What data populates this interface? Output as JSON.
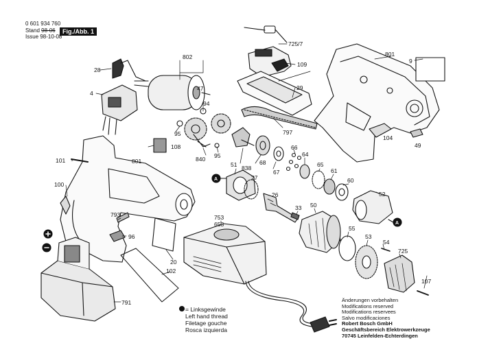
{
  "header": {
    "part_number": "0 601 934 760",
    "stand_label": "Stand",
    "stand_value": "98-06",
    "issue_label": "Issue",
    "issue_value": "98-10-08",
    "figure_label": "Fig./Abb. 1"
  },
  "labels": {
    "p725_7": "725/7",
    "p109": "109",
    "p29": "29",
    "p797": "797",
    "p801a": "801",
    "p801b": "801",
    "p9": "9",
    "p104": "104",
    "p49": "49",
    "p802": "802",
    "p47": "47",
    "p28": "28",
    "p4": "4",
    "p94": "94",
    "p95a": "95",
    "p95b": "95",
    "p108": "108",
    "p840": "840",
    "p101": "101",
    "p100": "100",
    "p793": "793",
    "p96": "96",
    "p20": "20",
    "p102": "102",
    "p791": "791",
    "p753": "753",
    "p653": "653",
    "p51": "51",
    "p838": "838",
    "p27": "27",
    "p68": "68",
    "p67": "67",
    "p66": "66",
    "p64": "64",
    "p65": "65",
    "p61": "61",
    "p60": "60",
    "p26": "26",
    "p33": "33",
    "p50": "50",
    "p52": "52",
    "p55": "55",
    "p53": "53",
    "p54": "54",
    "p725": "725",
    "p107": "107",
    "markerA1": "A",
    "markerA2": "A"
  },
  "legend": {
    "linksgewinde": "= Linksgewinde",
    "left_hand_thread": "Left hand thread",
    "filetage_gauche": "Filetage gouche",
    "rosca_izquierda": "Rosca izquierda"
  },
  "company": {
    "line1": "Änderungen vorbehalten",
    "line2": "Modifications reserved",
    "line3": "Modifications reservees",
    "line4": "Salvo modificaciones",
    "line5": "Robert Bosch GmbH",
    "line6": "Geschäftsbereich Elektrowerkzeuge",
    "line7": "70745 Leinfelden-Echterdingen"
  }
}
